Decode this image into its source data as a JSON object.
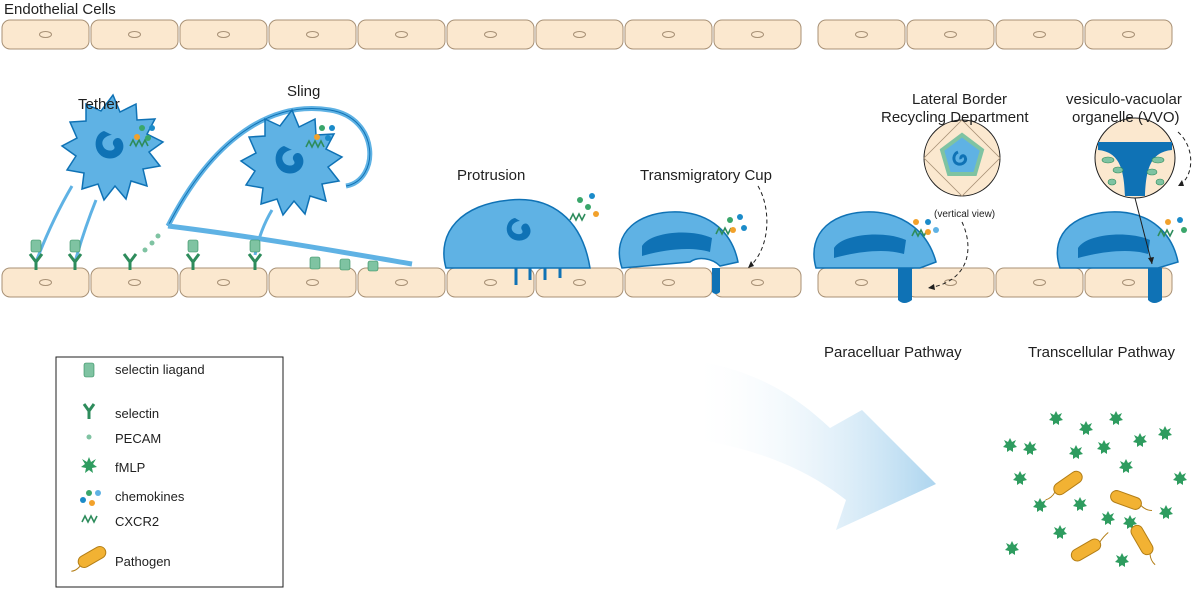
{
  "title": "Endothelial Cells",
  "stages": {
    "tether": "Tether",
    "sling": "Sling",
    "protrusion": "Protrusion",
    "transmigratory_cup": "Transmigratory Cup",
    "lbrc_line1": "Lateral Border",
    "lbrc_line2": "Recycling Department",
    "vvo_line1": "vesiculo-vacuolar",
    "vvo_line2": "organelle (VVO)",
    "vertical_view": "(vertical view)",
    "paracellular": "Paracelluar Pathway",
    "transcellular": "Transcellular Pathway"
  },
  "legend": {
    "items": [
      {
        "icon": "selectin-ligand-icon",
        "label": "selectin liagand"
      },
      {
        "icon": "selectin-icon",
        "label": "selectin"
      },
      {
        "icon": "pecam-icon",
        "label": "PECAM"
      },
      {
        "icon": "fmlp-icon",
        "label": "fMLP"
      },
      {
        "icon": "chemokines-icon",
        "label": "chemokines"
      },
      {
        "icon": "cxcr2-icon",
        "label": "CXCR2"
      },
      {
        "icon": "pathogen-icon",
        "label": "Pathogen"
      }
    ]
  },
  "colors": {
    "cell_fill": "#fbe8cf",
    "cell_stroke": "#a89176",
    "neutrophil": "#5fb2e4",
    "neutrophil_dark": "#0f72b5",
    "receptor_green": "#2e8c5c",
    "ligand_green": "#7fc3a2",
    "fmlp": "#2e9c5f",
    "pathogen": "#f2b233",
    "chemokine_blue": "#1b8bc9",
    "chemokine_orange": "#f2a12b",
    "chemokine_green": "#3aa66b"
  }
}
